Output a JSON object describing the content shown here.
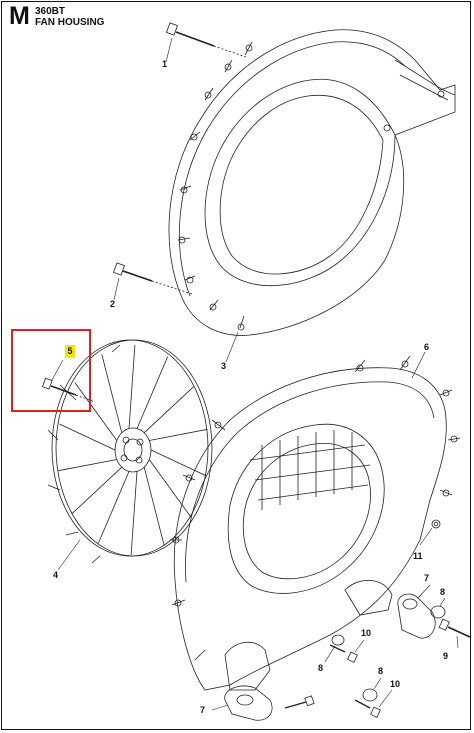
{
  "header": {
    "section_letter": "M",
    "model": "360BT",
    "title": "FAN HOUSING"
  },
  "highlight": {
    "part": "5",
    "color": "#f5e800",
    "box_color": "#e02020"
  },
  "callouts": [
    "1",
    "2",
    "3",
    "4",
    "6",
    "7",
    "7",
    "8",
    "8",
    "8",
    "9",
    "10",
    "10",
    "11"
  ]
}
